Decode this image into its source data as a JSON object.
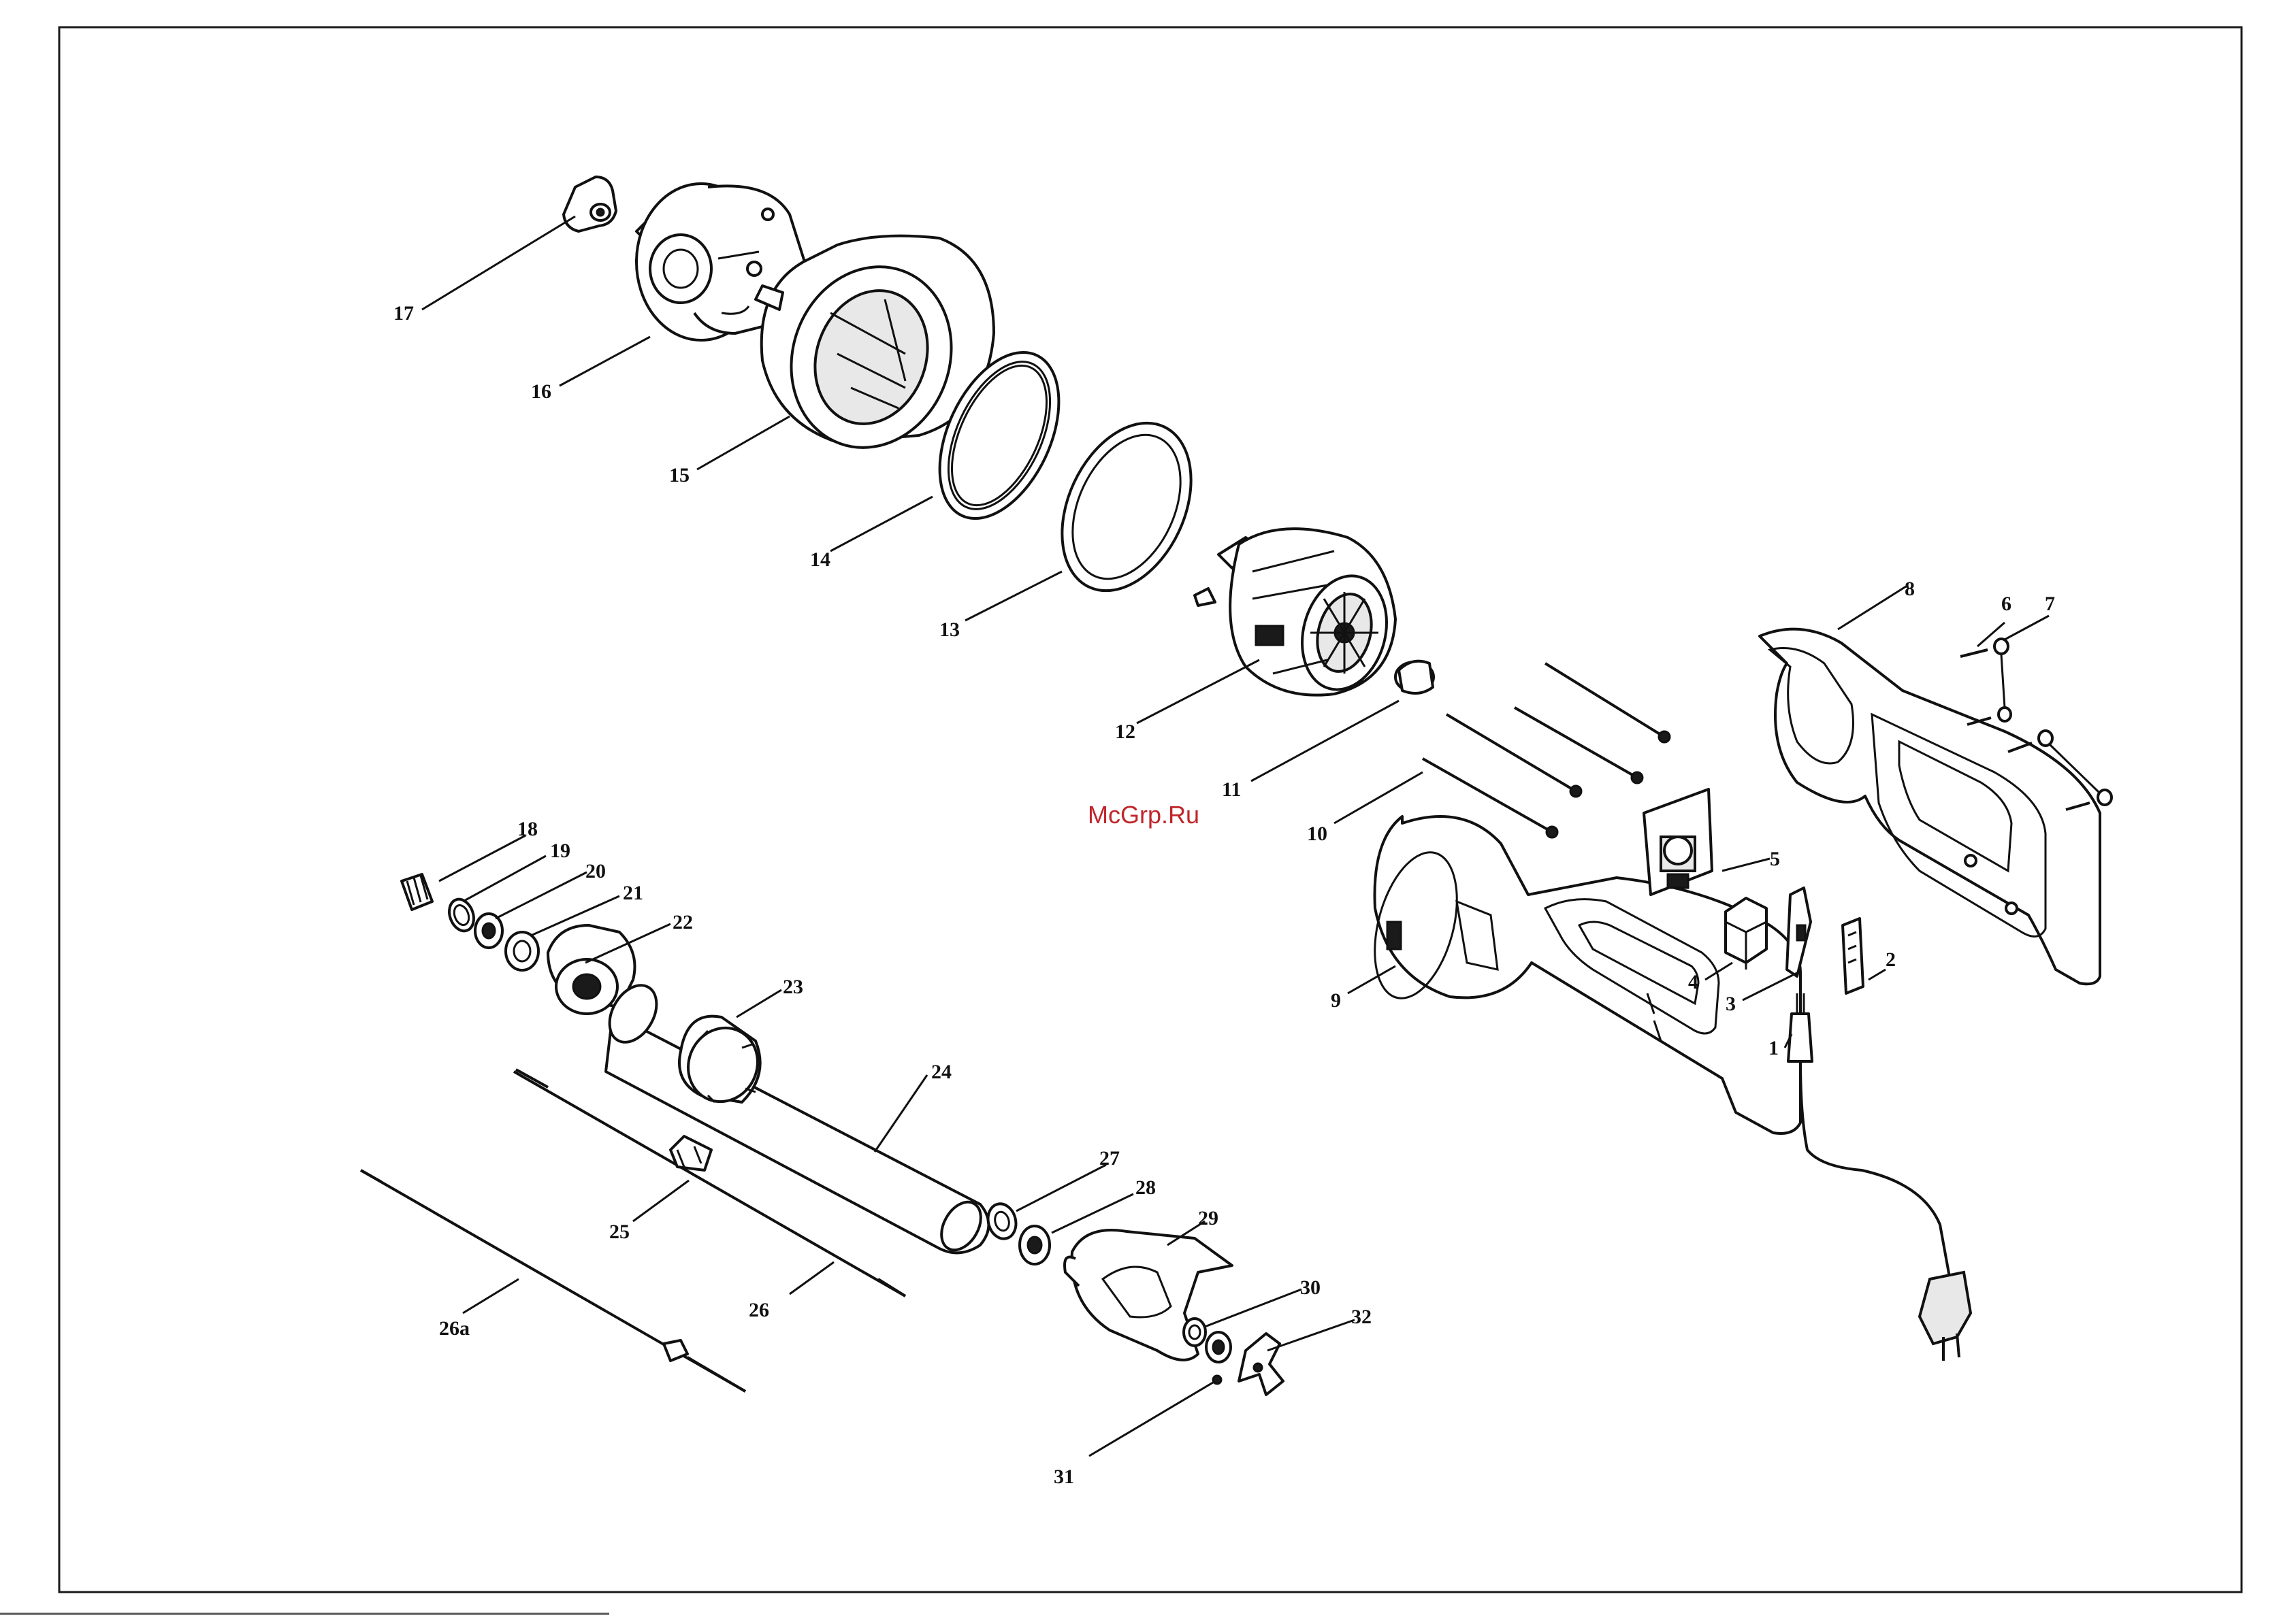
{
  "watermark": "McGrp.Ru",
  "callouts": [
    {
      "id": "1",
      "label": "1"
    },
    {
      "id": "2",
      "label": "2"
    },
    {
      "id": "3",
      "label": "3"
    },
    {
      "id": "4",
      "label": "4"
    },
    {
      "id": "5",
      "label": "5"
    },
    {
      "id": "6",
      "label": "6"
    },
    {
      "id": "7",
      "label": "7"
    },
    {
      "id": "8",
      "label": "8"
    },
    {
      "id": "9",
      "label": "9"
    },
    {
      "id": "10",
      "label": "10"
    },
    {
      "id": "11",
      "label": "11"
    },
    {
      "id": "12",
      "label": "12"
    },
    {
      "id": "13",
      "label": "13"
    },
    {
      "id": "14",
      "label": "14"
    },
    {
      "id": "15",
      "label": "15"
    },
    {
      "id": "16",
      "label": "16"
    },
    {
      "id": "17",
      "label": "17"
    },
    {
      "id": "18",
      "label": "18"
    },
    {
      "id": "19",
      "label": "19"
    },
    {
      "id": "20",
      "label": "20"
    },
    {
      "id": "21",
      "label": "21"
    },
    {
      "id": "22",
      "label": "22"
    },
    {
      "id": "23",
      "label": "23"
    },
    {
      "id": "24",
      "label": "24"
    },
    {
      "id": "25",
      "label": "25"
    },
    {
      "id": "26",
      "label": "26"
    },
    {
      "id": "26a",
      "label": "26a"
    },
    {
      "id": "27",
      "label": "27"
    },
    {
      "id": "28",
      "label": "28"
    },
    {
      "id": "29",
      "label": "29"
    },
    {
      "id": "30",
      "label": "30"
    },
    {
      "id": "31",
      "label": "31"
    },
    {
      "id": "32",
      "label": "32"
    }
  ]
}
